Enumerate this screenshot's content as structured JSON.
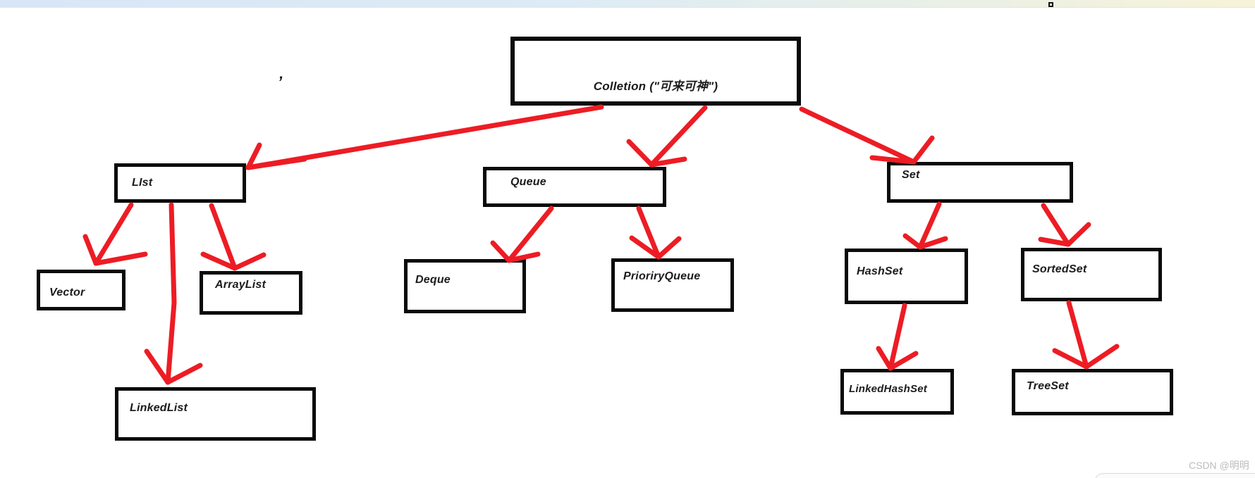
{
  "window": {
    "top_strip_colors": {
      "left": "#d8e6f7",
      "mid": "#e7efe9",
      "right": "#f7f3d8"
    },
    "handle_icon": "resize-handle-square"
  },
  "diagram": {
    "arrow_color": "#ed1c24",
    "box_border_color": "#0a0a0a",
    "stray_mark": "’",
    "nodes": {
      "collection": {
        "label": "Colletion (\"可来可神\")"
      },
      "list": {
        "label": "LIst"
      },
      "queue": {
        "label": "Queue"
      },
      "set": {
        "label": "Set"
      },
      "vector": {
        "label": "Vector"
      },
      "arraylist": {
        "label": "ArrayList"
      },
      "deque": {
        "label": "Deque"
      },
      "priorityqueue": {
        "label": "PrioriryQueue"
      },
      "hashset": {
        "label": "HashSet"
      },
      "sortedset": {
        "label": "SortedSet"
      },
      "linkedlist": {
        "label": "LinkedList"
      },
      "linkedhashset": {
        "label": "LinkedHashSet"
      },
      "treeset": {
        "label": "TreeSet"
      }
    },
    "edges": [
      {
        "from": "collection",
        "to": "list"
      },
      {
        "from": "collection",
        "to": "queue"
      },
      {
        "from": "collection",
        "to": "set"
      },
      {
        "from": "list",
        "to": "vector"
      },
      {
        "from": "list",
        "to": "arraylist"
      },
      {
        "from": "list",
        "to": "linkedlist"
      },
      {
        "from": "queue",
        "to": "deque"
      },
      {
        "from": "queue",
        "to": "priorityqueue"
      },
      {
        "from": "set",
        "to": "hashset"
      },
      {
        "from": "set",
        "to": "sortedset"
      },
      {
        "from": "hashset",
        "to": "linkedhashset"
      },
      {
        "from": "sortedset",
        "to": "treeset"
      }
    ]
  },
  "watermark": {
    "text": "CSDN @明明"
  }
}
